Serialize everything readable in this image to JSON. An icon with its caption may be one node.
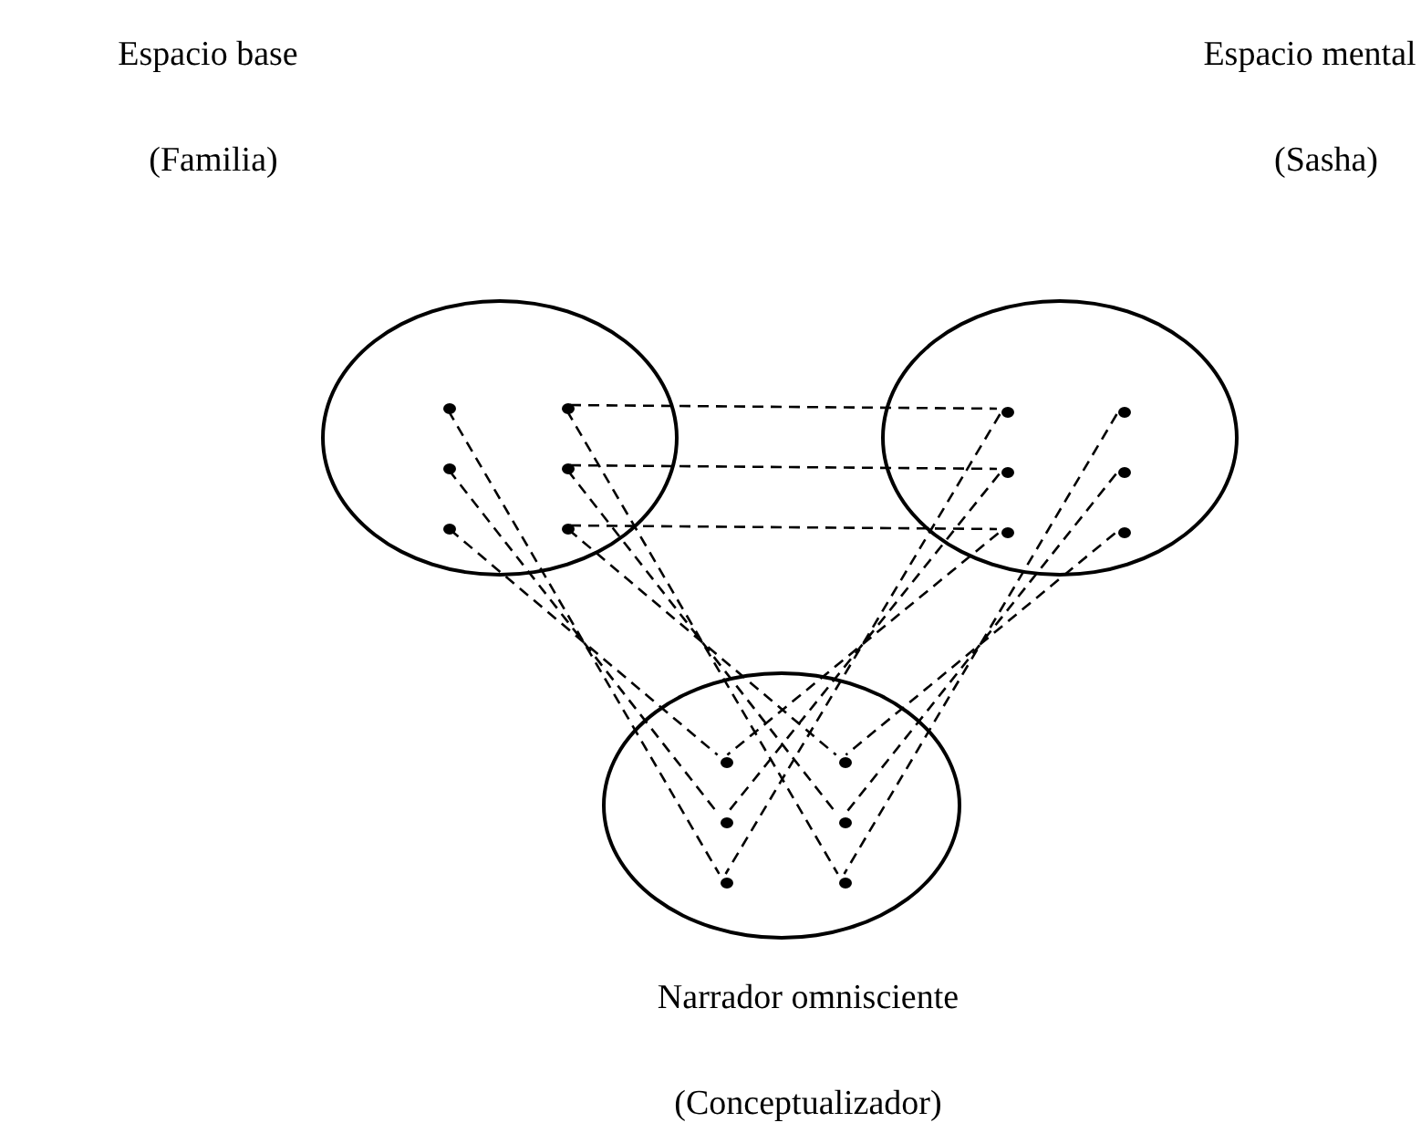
{
  "diagram": {
    "nodes": [
      {
        "text": [],
        "shape": "circle",
        "beside": [
          "Espacio base",
          "(Familia)"
        ]
      },
      {
        "text": [],
        "shape": "circle",
        "in": 0
      },
      {
        "text": [],
        "shape": "circle",
        "in": 0
      },
      {
        "text": [],
        "shape": "circle",
        "in": 0
      },
      {
        "text": [],
        "shape": "circle",
        "in": 0
      },
      {
        "text": [],
        "shape": "circle",
        "in": 0
      },
      {
        "text": [],
        "shape": "circle",
        "in": 0
      },
      {
        "text": [],
        "shape": "circle",
        "beside": [
          "Espacio mental",
          "(Sasha)"
        ]
      },
      {
        "text": [],
        "shape": "circle",
        "in": 7
      },
      {
        "text": [],
        "shape": "circle",
        "in": 7
      },
      {
        "text": [],
        "shape": "circle",
        "in": 7
      },
      {
        "text": [],
        "shape": "circle",
        "in": 7
      },
      {
        "text": [],
        "shape": "circle",
        "in": 7
      },
      {
        "text": [],
        "shape": "circle",
        "in": 7
      },
      {
        "text": [],
        "shape": "circle",
        "beside": [
          "Narrador omnisciente",
          "(Conceptualizador)"
        ]
      },
      {
        "text": [],
        "shape": "circle",
        "in": 14
      },
      {
        "text": [],
        "shape": "circle",
        "in": 14
      },
      {
        "text": [],
        "shape": "circle",
        "in": 14
      },
      {
        "text": [],
        "shape": "circle",
        "in": 14
      },
      {
        "text": [],
        "shape": "circle",
        "in": 14
      },
      {
        "text": [],
        "shape": "circle",
        "in": 14
      }
    ],
    "edges": [
      {
        "from": 2,
        "to": 8,
        "arrow": "none",
        "style": "dashed"
      },
      {
        "from": 4,
        "to": 10,
        "arrow": "none",
        "style": "dashed"
      },
      {
        "from": 6,
        "to": 12,
        "arrow": "none",
        "style": "dashed"
      },
      {
        "from": 1,
        "to": 19,
        "arrow": "none",
        "style": "dashed"
      },
      {
        "from": 3,
        "to": 17,
        "arrow": "none",
        "style": "dashed"
      },
      {
        "from": 5,
        "to": 15,
        "arrow": "none",
        "style": "dashed"
      },
      {
        "from": 2,
        "to": 20,
        "arrow": "none",
        "style": "dashed"
      },
      {
        "from": 4,
        "to": 18,
        "arrow": "none",
        "style": "dashed"
      },
      {
        "from": 6,
        "to": 16,
        "arrow": "none",
        "style": "dashed"
      },
      {
        "from": 8,
        "to": 19,
        "arrow": "none",
        "style": "dashed"
      },
      {
        "from": 10,
        "to": 17,
        "arrow": "none",
        "style": "dashed"
      },
      {
        "from": 12,
        "to": 15,
        "arrow": "none",
        "style": "dashed"
      },
      {
        "from": 9,
        "to": 20,
        "arrow": "none",
        "style": "dashed"
      },
      {
        "from": 11,
        "to": 18,
        "arrow": "none",
        "style": "dashed"
      },
      {
        "from": 13,
        "to": 16,
        "arrow": "none",
        "style": "dashed"
      }
    ]
  }
}
